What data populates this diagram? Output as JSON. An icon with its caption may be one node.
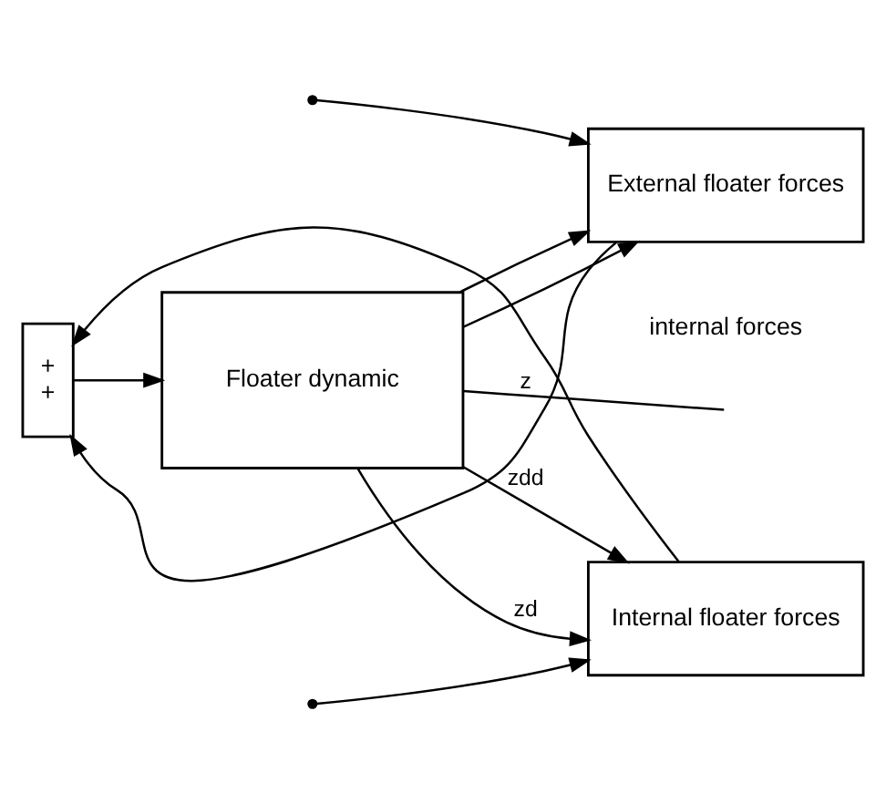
{
  "diagram": {
    "nodes": [
      {
        "text": [
          "+",
          "+"
        ]
      },
      {
        "text": [
          "Floater dynamic"
        ]
      },
      {
        "text": [
          "Internal floater forces"
        ]
      },
      {
        "text": [
          "External floater forces"
        ]
      }
    ],
    "edges": [
      {
        "from": 0,
        "to": 1,
        "arrow": "to"
      },
      {
        "from": 1,
        "to": null,
        "arrow": "none",
        "label": "z"
      },
      {
        "from": 1,
        "to": 2,
        "arrow": "to",
        "label": "zd"
      },
      {
        "from": 1,
        "to": 3,
        "arrow": "to"
      },
      {
        "from": 1,
        "to": 2,
        "arrow": "to",
        "label": "zdd"
      },
      {
        "from": 1,
        "to": 3,
        "arrow": "to"
      },
      {
        "from": null,
        "to": 2,
        "arrow": "to"
      },
      {
        "from": null,
        "to": 3,
        "arrow": "to"
      },
      {
        "from": 2,
        "to": 0,
        "arrow": "to"
      },
      {
        "from": 3,
        "to": 0,
        "arrow": "to"
      }
    ],
    "labels": [
      "internal forces"
    ]
  }
}
